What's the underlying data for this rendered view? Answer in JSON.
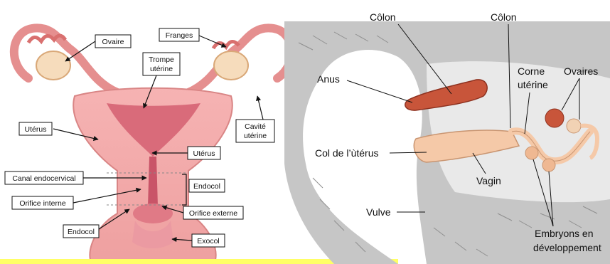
{
  "left_diagram": {
    "labels": {
      "ovaire": "Ovaire",
      "franges": "Franges",
      "trompe_line1": "Trompe",
      "trompe_line2": "utérine",
      "uterus_left": "Utérus",
      "cavite_line1": "Cavité",
      "cavite_line2": "utérine",
      "uterus_center": "Utérus",
      "canal": "Canal endocervical",
      "endocol_right": "Endocol",
      "orifice_interne": "Orifice interne",
      "orifice_externe": "Orifice externe",
      "endocol_bottom": "Endocol",
      "exocol": "Exocol"
    }
  },
  "right_diagram": {
    "labels": {
      "colon_left": "Côlon",
      "colon_right": "Côlon",
      "anus": "Anus",
      "corne_line1": "Corne",
      "corne_line2": "utérine",
      "ovaires": "Ovaires",
      "col": "Col de l’ùtérus",
      "vagin": "Vagin",
      "vulve": "Vulve",
      "embryons_line1": "Embryons en",
      "embryons_line2": "développement"
    }
  },
  "colors": {
    "tissue_pink": "#f0a0a0",
    "tissue_dark": "#c9605e",
    "ovary_cream": "#f6dcbc",
    "colon_red": "#c8553a",
    "organ_peach": "#f5c9a8",
    "fur_gray": "#bdbdbd",
    "highlight_yellow": "#ffff66"
  }
}
